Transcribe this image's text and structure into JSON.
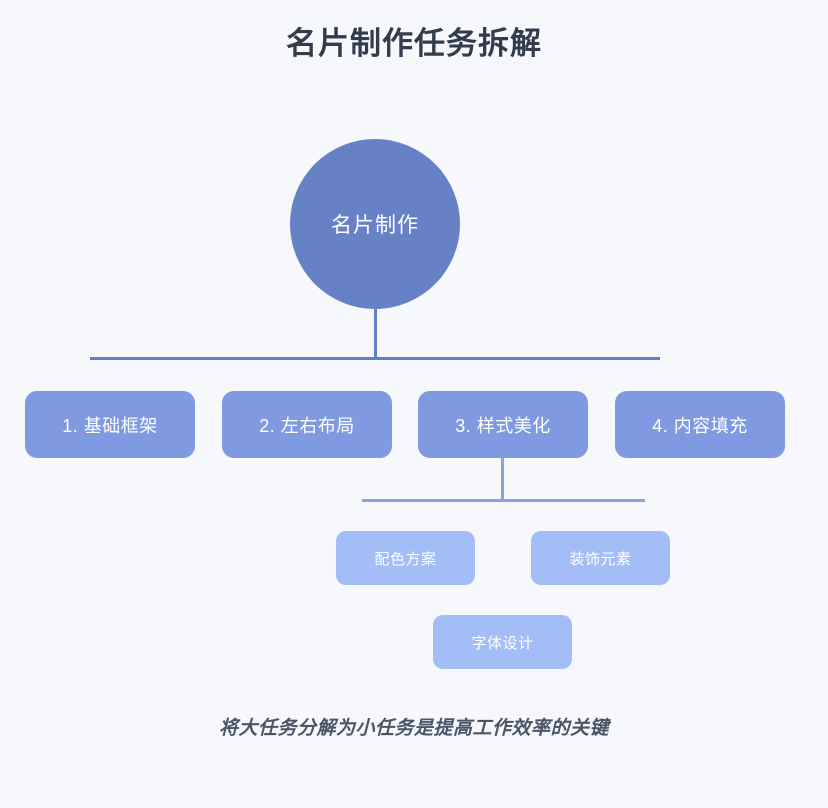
{
  "title": "名片制作任务拆解",
  "footer": "将大任务分解为小任务是提高工作效率的关键",
  "colors": {
    "background": "#f7f8fb",
    "title_text": "#333c4d",
    "root_node": "#6681c6",
    "level1_node": "#7f9ae0",
    "leaf_node": "#a3bdf7",
    "connector": "#5f7fc8",
    "connector_light": "#87a3e6",
    "node_text": "#ffffff",
    "footer_text": "#4a5568"
  },
  "root": {
    "label": "名片制作",
    "shape": "circle"
  },
  "level1": [
    {
      "label": "1. 基础框架"
    },
    {
      "label": "2. 左右布局"
    },
    {
      "label": "3. 样式美化"
    },
    {
      "label": "4. 内容填充"
    }
  ],
  "level2": [
    {
      "label": "配色方案",
      "parent": "3. 样式美化"
    },
    {
      "label": "装饰元素",
      "parent": "3. 样式美化"
    },
    {
      "label": "字体设计",
      "parent": "3. 样式美化"
    }
  ]
}
